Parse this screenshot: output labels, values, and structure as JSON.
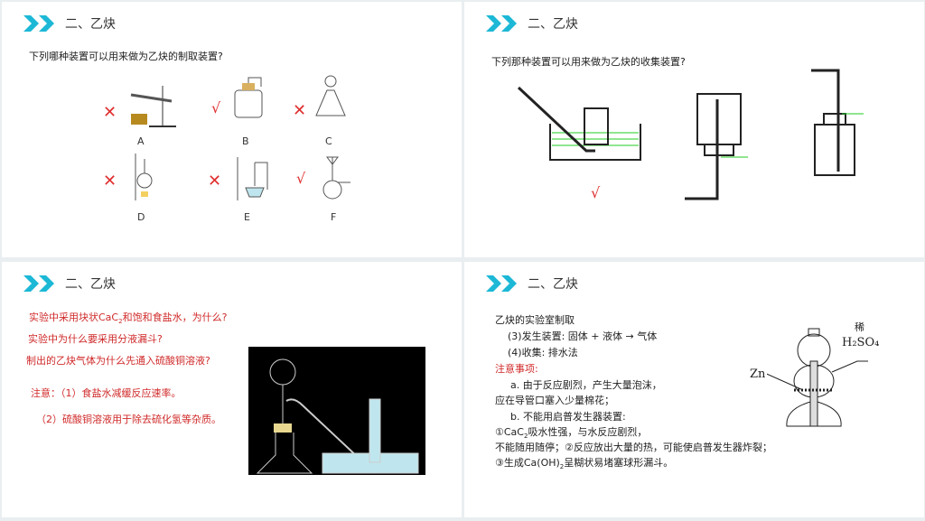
{
  "section_title": "二、乙炔",
  "accent": "#1cb8d6",
  "slide1": {
    "question": "下列哪种装置可以用来做为乙炔的制取装置?",
    "options": [
      {
        "label": "A",
        "mark": "✕"
      },
      {
        "label": "B",
        "mark": "√"
      },
      {
        "label": "C",
        "mark": "✕"
      },
      {
        "label": "D",
        "mark": "✕"
      },
      {
        "label": "E",
        "mark": "✕"
      },
      {
        "label": "F",
        "mark": "√"
      }
    ]
  },
  "slide2": {
    "question": "下列那种装置可以用来做为乙炔的收集装置?",
    "mark": "√"
  },
  "slide3": {
    "q1": "实验中采用块状CaC",
    "q1_sub": "2",
    "q1_tail": "和饱和食盐水，为什么?",
    "q2": "实验中为什么要采用分液漏斗?",
    "q3": "制出的乙炔气体为什么先通入硫酸铜溶液?",
    "note1": "注意：（1）食盐水减缓反应速率。",
    "note2": "（2）硫酸铜溶液用于除去硫化氢等杂质。"
  },
  "slide4": {
    "title": "乙炔的实验室制取",
    "l1": "(3)发生装置: 固体 + 液体 → 气体",
    "l2": "(4)收集: 排水法",
    "caution": "注意事项:",
    "a": "a. 由于反应剧烈，产生大量泡沫，",
    "a2": "应在导管口塞入少量棉花；",
    "b": "b. 不能用启普发生器装置:",
    "c1a": "①CaC",
    "c1s": "2",
    "c1b": "吸水性强，与水反应剧烈，",
    "c2": "不能随用随停；②反应放出大量的热，可能使启普发生器炸裂；",
    "c3a": "③生成Ca(OH)",
    "c3s": "2",
    "c3b": "呈糊状易堵塞球形漏斗。",
    "fig_acid": "稀",
    "fig_formula": "H₂SO₄",
    "fig_zn": "Zn"
  }
}
